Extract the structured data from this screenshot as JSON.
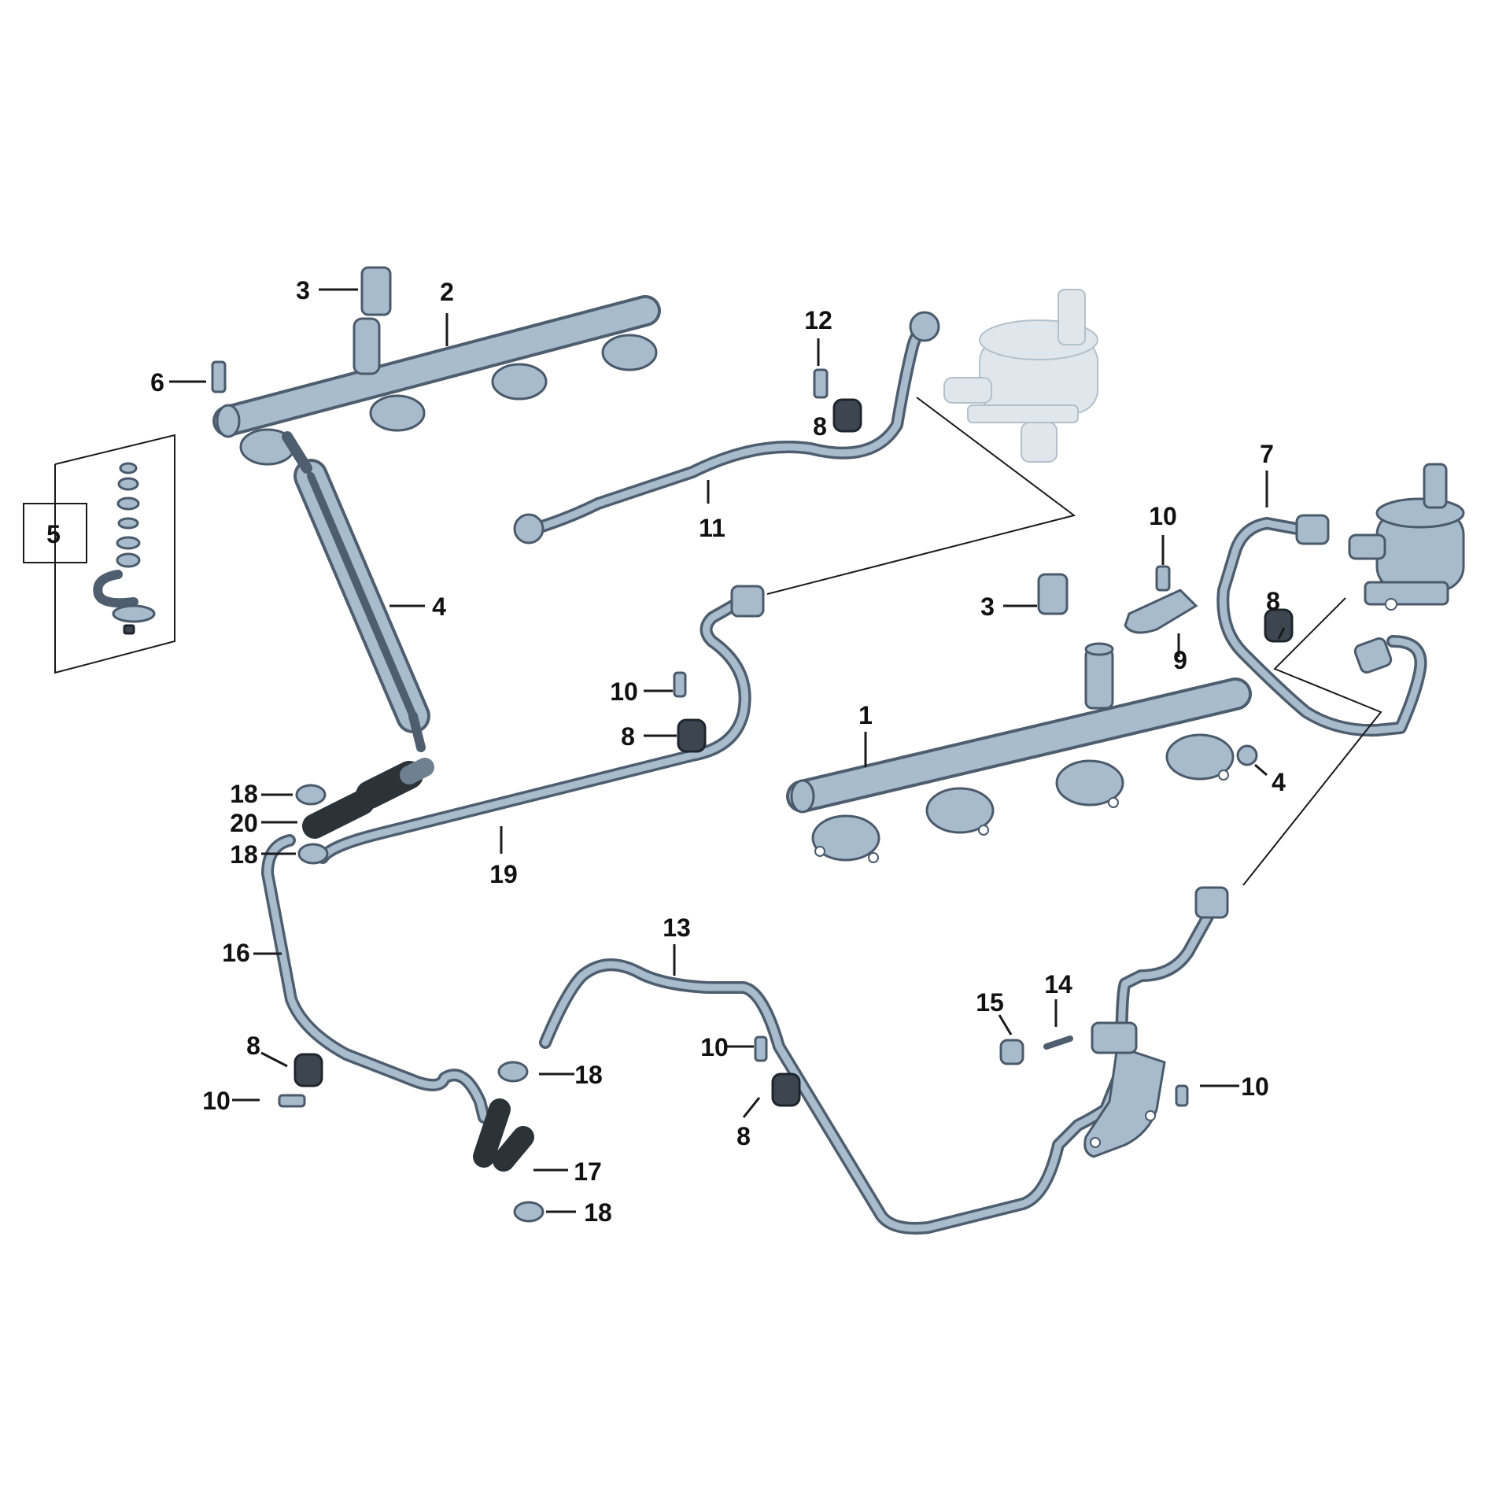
{
  "diagram": {
    "colors": {
      "metal": "#a7bbcc",
      "outline": "#4b5a6a",
      "rubber": "#3d4650",
      "ghost": "#dfe6ec",
      "text": "#111111"
    },
    "callouts": [
      {
        "id": "c3a",
        "label": "3"
      },
      {
        "id": "c2",
        "label": "2"
      },
      {
        "id": "c6",
        "label": "6"
      },
      {
        "id": "c12",
        "label": "12"
      },
      {
        "id": "c8a",
        "label": "8"
      },
      {
        "id": "c11",
        "label": "11"
      },
      {
        "id": "c5",
        "label": "5"
      },
      {
        "id": "c4a",
        "label": "4"
      },
      {
        "id": "c7",
        "label": "7"
      },
      {
        "id": "c10a",
        "label": "10"
      },
      {
        "id": "c3b",
        "label": "3"
      },
      {
        "id": "c9",
        "label": "9"
      },
      {
        "id": "c8b",
        "label": "8"
      },
      {
        "id": "c10b",
        "label": "10"
      },
      {
        "id": "c8c",
        "label": "8"
      },
      {
        "id": "c1",
        "label": "1"
      },
      {
        "id": "c4b",
        "label": "4"
      },
      {
        "id": "c18a",
        "label": "18"
      },
      {
        "id": "c20",
        "label": "20"
      },
      {
        "id": "c18b",
        "label": "18"
      },
      {
        "id": "c19",
        "label": "19"
      },
      {
        "id": "c16",
        "label": "16"
      },
      {
        "id": "c13",
        "label": "13"
      },
      {
        "id": "c15",
        "label": "15"
      },
      {
        "id": "c14",
        "label": "14"
      },
      {
        "id": "c8d",
        "label": "8"
      },
      {
        "id": "c10c",
        "label": "10"
      },
      {
        "id": "c10d",
        "label": "10"
      },
      {
        "id": "c18c",
        "label": "18"
      },
      {
        "id": "c8e",
        "label": "8"
      },
      {
        "id": "c10e",
        "label": "10"
      },
      {
        "id": "c17",
        "label": "17"
      },
      {
        "id": "c18d",
        "label": "18"
      }
    ]
  }
}
